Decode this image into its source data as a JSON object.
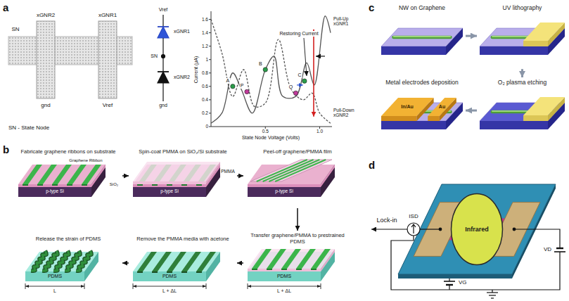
{
  "diagram": {
    "nodes": [
      {
        "text": [
          "Fabricate graphene ribbons on substrate"
        ]
      },
      {
        "text": [
          "Spin-coat PMMA on SiO₂/Si substrate"
        ]
      },
      {
        "text": [
          "Peel-off graphene/PMMA film"
        ]
      },
      {
        "text": [
          "Release the strain of PDMS"
        ]
      },
      {
        "text": [
          "Remove the PMMA media with acetone"
        ]
      },
      {
        "text": [
          "Transfer graphene/PMMA to prestrained PDMS"
        ]
      },
      {
        "text": [
          "NW on Graphene"
        ]
      },
      {
        "text": [
          "UV lithography"
        ]
      },
      {
        "text": [
          "Metal electrodes deposition"
        ]
      },
      {
        "text": [
          "O₂ plasma etching"
        ]
      },
      {
        "text": [
          "Infrared"
        ]
      }
    ],
    "edges": [
      {
        "from": 0,
        "to": 1,
        "arrow": "to"
      },
      {
        "from": 1,
        "to": 2,
        "arrow": "to"
      },
      {
        "from": 2,
        "to": 5,
        "arrow": "to"
      },
      {
        "from": 5,
        "to": 4,
        "arrow": "to"
      },
      {
        "from": 4,
        "to": 3,
        "arrow": "to"
      },
      {
        "from": 6,
        "to": 7,
        "arrow": "to"
      },
      {
        "from": 7,
        "to": 9,
        "arrow": "to"
      },
      {
        "from": 9,
        "to": 8,
        "arrow": "to"
      }
    ],
    "labels": [
      "a",
      "SN",
      "xGNR2",
      "xGNR1",
      "gnd",
      "Vref",
      "SN - State Node",
      "Vref",
      "xGNR1",
      "SN",
      "xGNR2",
      "gnd",
      "Current (μA)",
      "State Node Voltage (Volts)",
      "0",
      "0.2",
      "0.4",
      "0.6",
      "0.8",
      "1",
      "1.2",
      "1.4",
      "1.6",
      "0.5",
      "1.0",
      "A",
      "P",
      "B",
      "Q",
      "C",
      "Restoring Current",
      "Pull-Up xGNR1",
      "Pull-Down xGNR2",
      "b",
      "Graphene Ribbon",
      "SiO₂",
      "p-type Si",
      "PMMA",
      "p-type Si",
      "p-type Si",
      "L",
      "PDMS",
      "L + ΔL",
      "PDMS",
      "L + ΔL",
      "PDMS",
      "c",
      "In/Au",
      "Au",
      "d",
      "Lock-in",
      "ISD",
      "VD",
      "VG"
    ]
  }
}
